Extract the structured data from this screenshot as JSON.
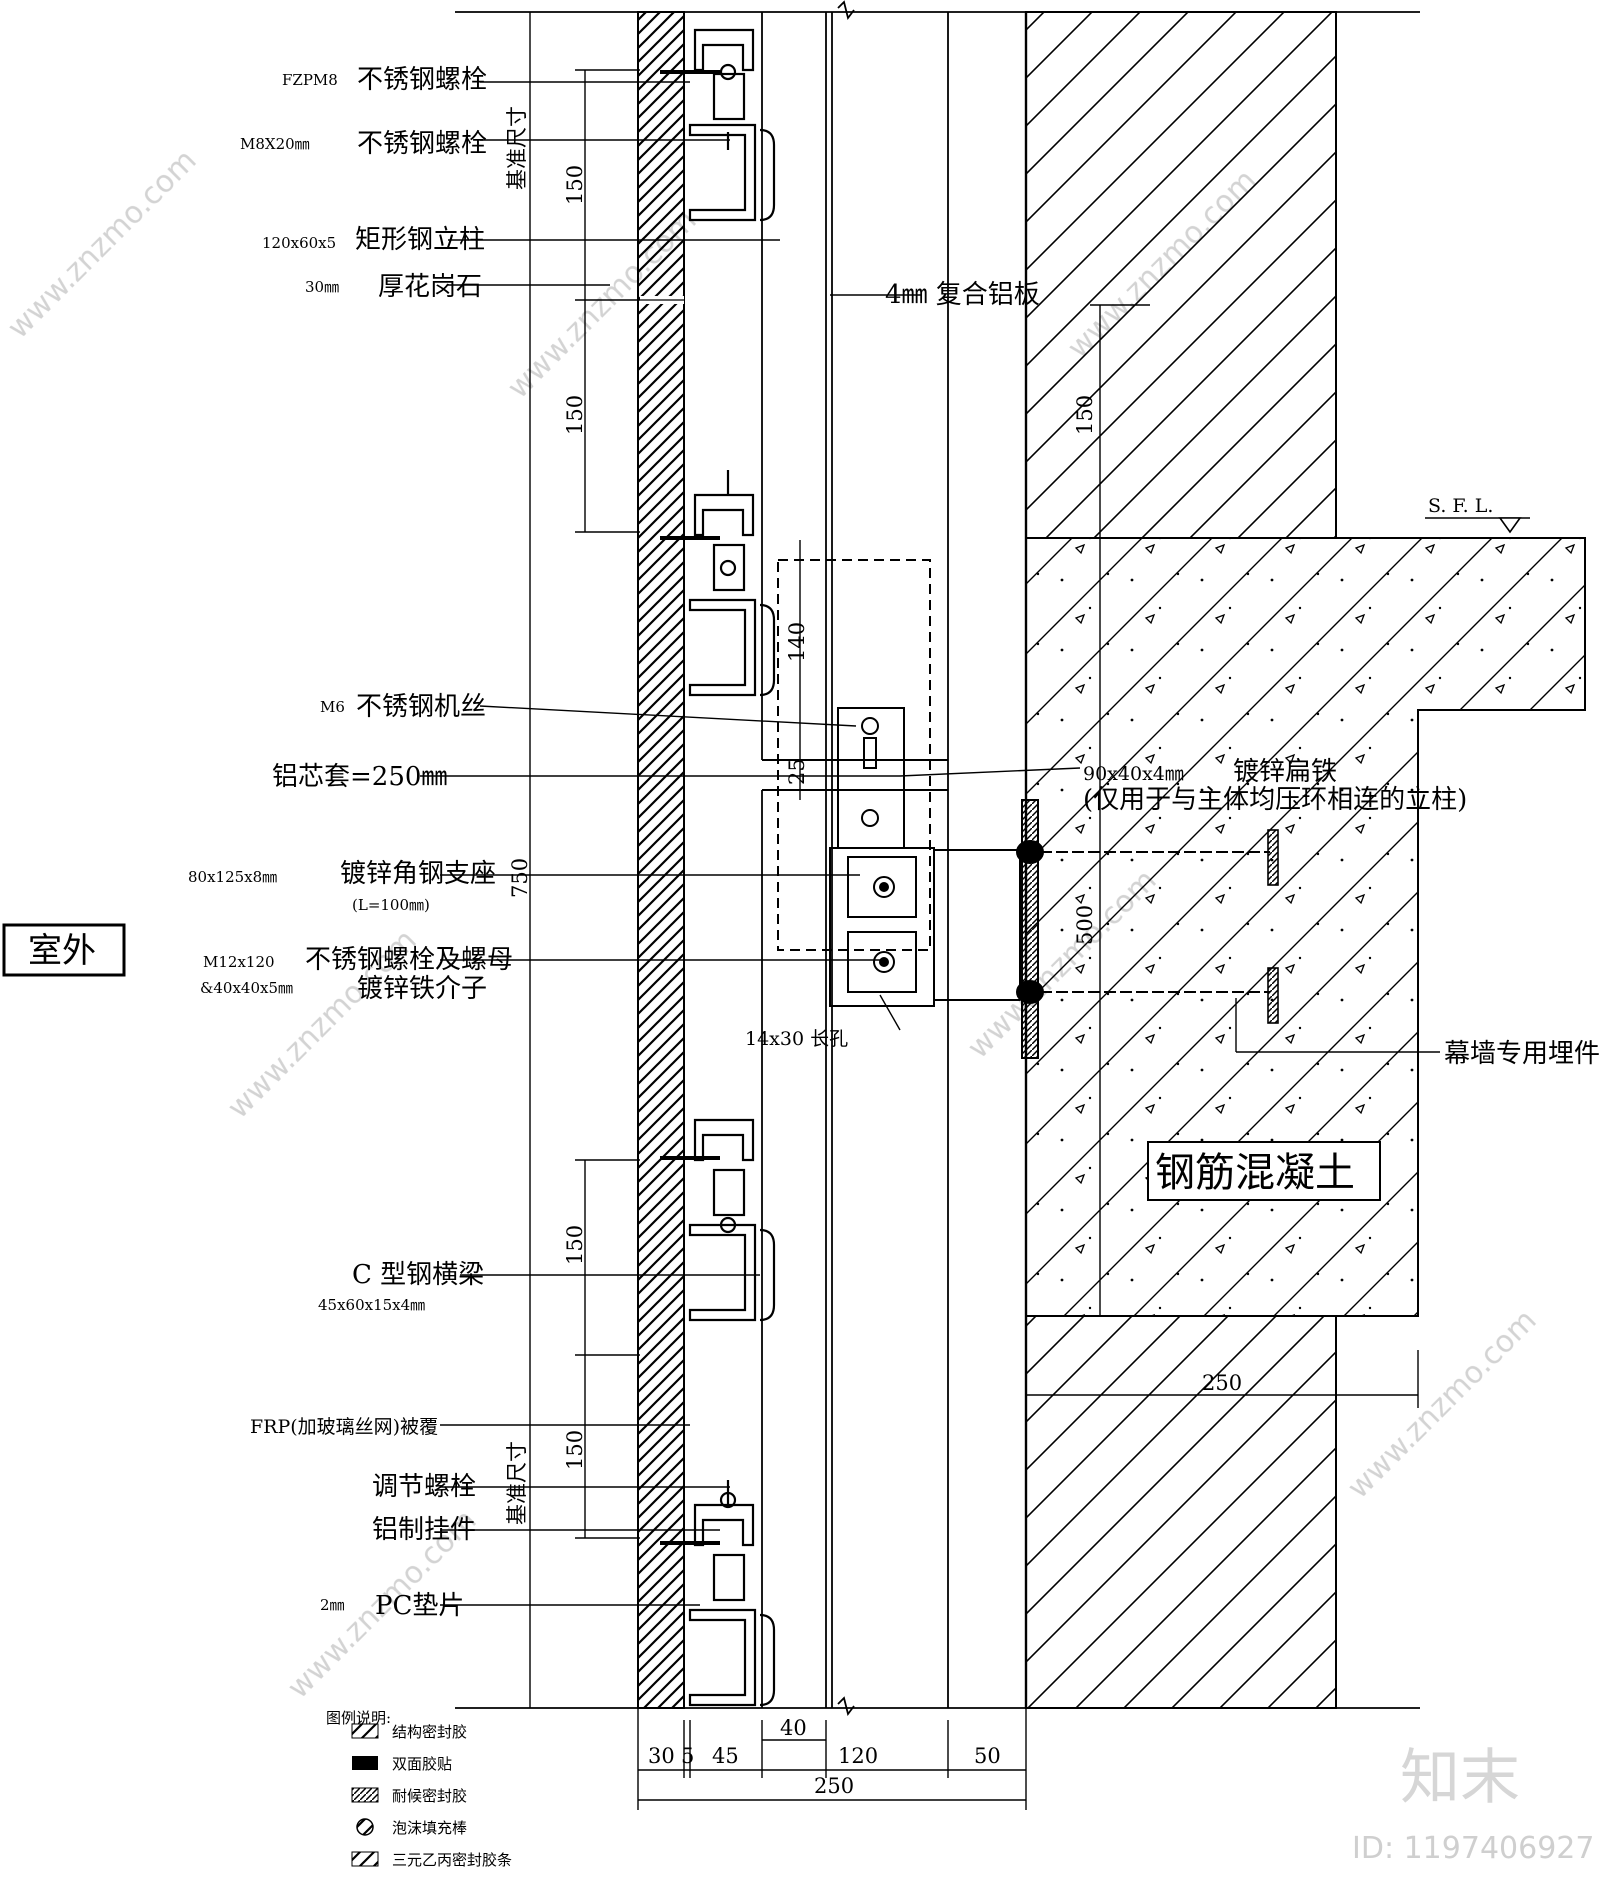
{
  "region_outside": "室外",
  "concrete_label": "钢筋混凝土",
  "sfl_label": "S. F. L.",
  "callouts_left": [
    {
      "spec": "FZPM8",
      "name": "不锈钢螺栓"
    },
    {
      "spec": "M8X20㎜",
      "name": "不锈钢螺栓"
    },
    {
      "spec": "120x60x5",
      "name": "矩形钢立柱"
    },
    {
      "spec": "30㎜",
      "name": "厚花岗石"
    },
    {
      "spec": "M6",
      "name": "不锈钢机丝"
    },
    {
      "spec": "",
      "name": "铝芯套=250㎜"
    },
    {
      "spec": "80x125x8㎜",
      "name": "镀锌角钢支座",
      "sub": "(L=100㎜)"
    },
    {
      "spec": "M12x120",
      "name": "不锈钢螺栓及螺母"
    },
    {
      "spec": "&40x40x5㎜",
      "name": "镀锌铁介子"
    },
    {
      "spec": "C 型钢横梁",
      "name": "45x60x15x4㎜"
    },
    {
      "spec": "",
      "name": "FRP(加玻璃丝网)被覆"
    },
    {
      "spec": "",
      "name": "调节螺栓"
    },
    {
      "spec": "",
      "name": "铝制挂件"
    },
    {
      "spec": "2㎜",
      "name": "PC垫片"
    }
  ],
  "callouts_right": {
    "panel": "4㎜ 复合铝板",
    "flat_iron_spec": "90x40x4㎜",
    "flat_iron_name": "镀锌扁铁",
    "flat_iron_note": "(仅用于与主体均压环相连的立柱)",
    "slot": "14x30 长孔",
    "embed": "幕墙专用埋件"
  },
  "dims": {
    "std_size_top": "基准尺寸",
    "std_size_bottom": "基准尺寸",
    "v150": "150",
    "v140": "140",
    "v25": "25",
    "v750": "750",
    "v500": "500",
    "h250_right": "250",
    "bottom_row": [
      "30",
      "5",
      "45",
      "40",
      "120",
      "50"
    ],
    "bottom_total": "250"
  },
  "legend": {
    "title": "图例说明:",
    "items": [
      "结构密封胶",
      "双面胶贴",
      "耐候密封胶",
      "泡沫填充棒",
      "三元乙丙密封胶条"
    ]
  },
  "watermark": {
    "logo": "知末",
    "id": "ID: 1197406927",
    "site": "www.znzmo.com"
  }
}
